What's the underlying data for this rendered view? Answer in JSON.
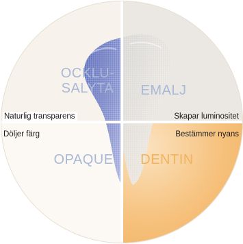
{
  "quadrants": {
    "ocklusalyta": "OCKLU-\nSALYTA",
    "emalj": "EMALJ",
    "opaque": "OPAQUE",
    "dentin": "DENTIN"
  },
  "properties": {
    "left": [
      "Naturlig transparens",
      "Döljer färg"
    ],
    "right": [
      "Skapar luminositet",
      "Bestämmer nyans"
    ]
  },
  "colors": {
    "occlusal_label": "#a9b9d6",
    "emalj_label": "#a9b9d6",
    "opaque_label": "#a9b9d6",
    "dentin_label": "#f0b35e",
    "dentin_fill": "#f7c98c",
    "emalj_fill": "#e9e6e1",
    "opaque_fill": "#fbf8f2",
    "occlusal_fill": "#f6f2ea",
    "tooth_blue": "#6f7fc4",
    "divider": "#ffffff"
  },
  "icons": [
    "tooth-cross-section"
  ]
}
